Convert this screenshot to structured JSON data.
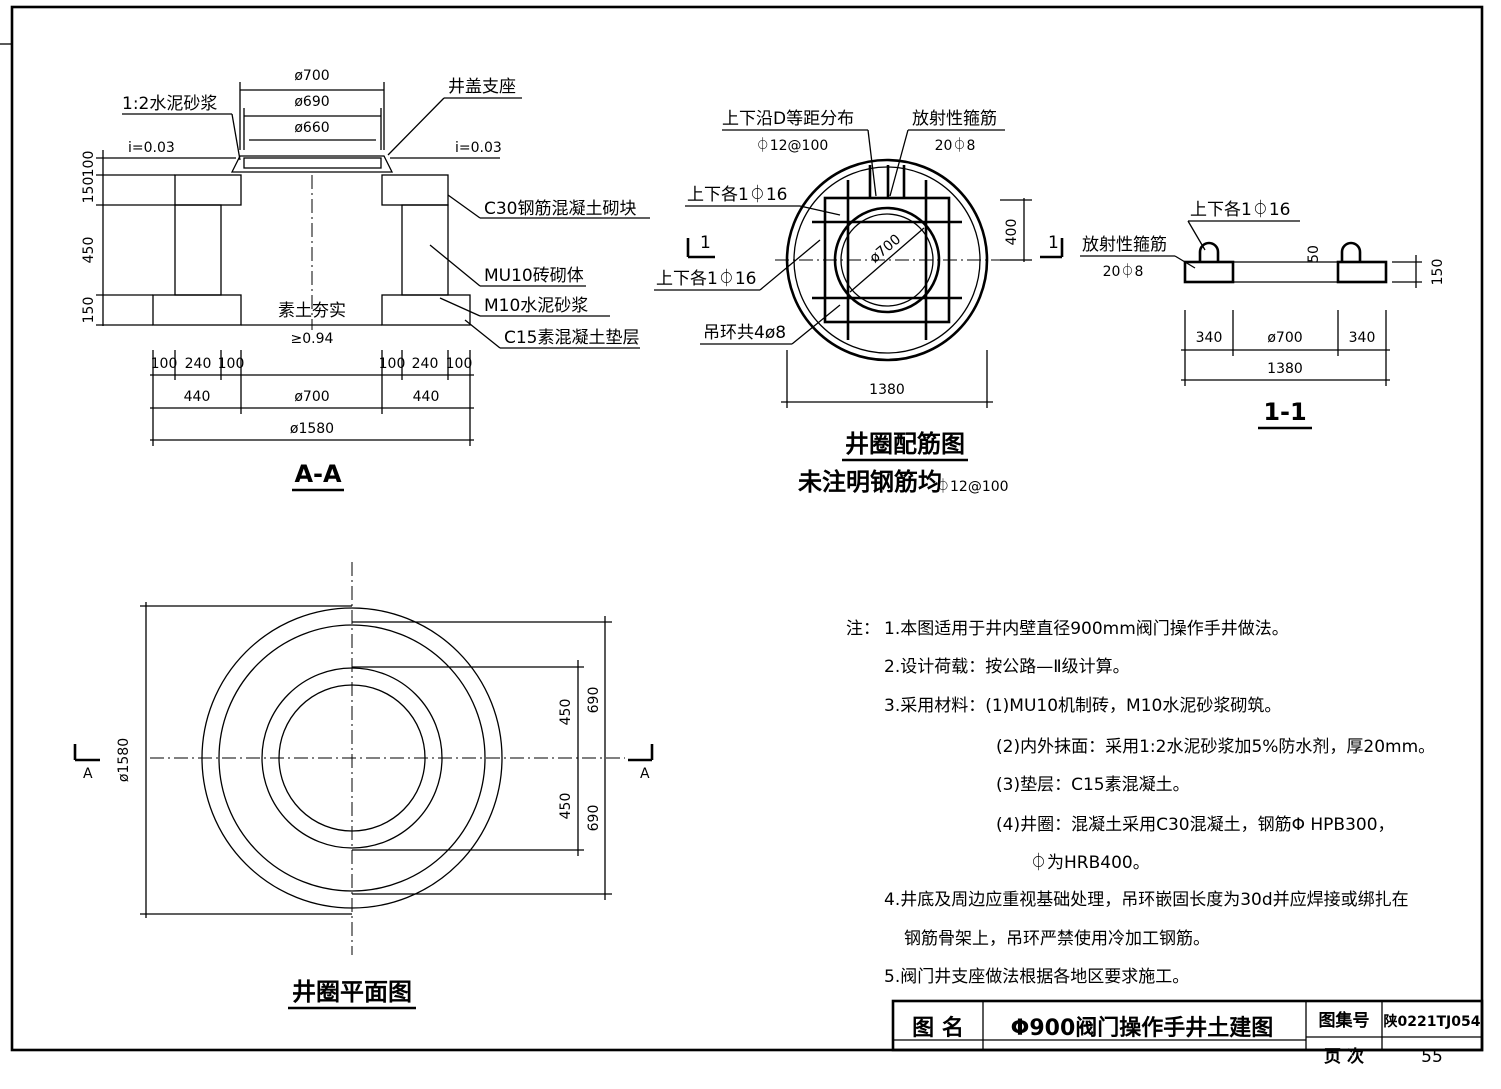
{
  "section_aa": {
    "title": "A-A",
    "d700": "ø700",
    "d690": "ø690",
    "d660": "ø660",
    "mortar_top": "1:2水泥砂浆",
    "cover_seat": "井盖支座",
    "slope_left": "i=0.03",
    "slope_right": "i=0.03",
    "label_c30": "C30钢筋混凝土砌块",
    "label_mu10": "MU10砖砌体",
    "label_m10": "M10水泥砂浆",
    "label_c15": "C15素混凝土垫层",
    "soil": "素土夯实",
    "compaction": "≥0.94",
    "v100": "100",
    "v150a": "150",
    "v450": "450",
    "v150b": "150",
    "b100a": "100",
    "b240a": "240",
    "b100b": "100",
    "b100c": "100",
    "b240b": "240",
    "b100d": "100",
    "b440a": "440",
    "b700": "ø700",
    "b440b": "440",
    "b1580": "ø1580"
  },
  "ring_rebar": {
    "title": "井圈配筋图",
    "subtitle": "未注明钢筋均",
    "subtitle_spec": "⏀12@100",
    "top_label": "上下沿D等距分布",
    "top_spec": "⏀12@100",
    "radial_label": "放射性箍筋",
    "radial_spec": "20⏀8",
    "ud1": "上下各1⏀16",
    "ud2": "上下各1⏀16",
    "hoist": "吊环共4ø8",
    "inner_d": "ø700",
    "dim400": "400",
    "dim1380": "1380",
    "cut_left": "1",
    "cut_right": "1"
  },
  "section_11": {
    "title": "1-1",
    "radial_label": "放射性箍筋",
    "radial_spec": "20⏀8",
    "ud": "上下各1⏀16",
    "d50": "50",
    "d150": "150",
    "d340a": "340",
    "d700": "ø700",
    "d340b": "340",
    "d1380": "1380"
  },
  "plan": {
    "title": "井圈平面图",
    "d1580": "ø1580",
    "d450a": "450",
    "d690a": "690",
    "d450b": "450",
    "d690b": "690",
    "cut_left": "A",
    "cut_right": "A"
  },
  "notes": {
    "head": "注：",
    "lines": [
      "1.本图适用于井内壁直径900mm阀门操作手井做法。",
      "2.设计荷载：按公路—Ⅱ级计算。",
      "3.采用材料：(1)MU10机制砖，M10水泥砂浆砌筑。",
      "(2)内外抹面：采用1:2水泥砂浆加5%防水剂，厚20mm。",
      "(3)垫层：C15素混凝土。",
      "(4)井圈：混凝土采用C30混凝土，钢筋Φ HPB300，",
      "⏀为HRB400。",
      "4.井底及周边应重视基础处理，吊环嵌固长度为30d并应焊接或绑扎在",
      "钢筋骨架上，吊环严禁使用冷加工钢筋。",
      "5.阀门井支座做法根据各地区要求施工。"
    ]
  },
  "title_block": {
    "name_label": "图 名",
    "name": "Φ900阀门操作手井土建图",
    "atlas_label": "图集号",
    "atlas": "陕0221TJ054",
    "page_label": "页 次",
    "page": "55"
  }
}
